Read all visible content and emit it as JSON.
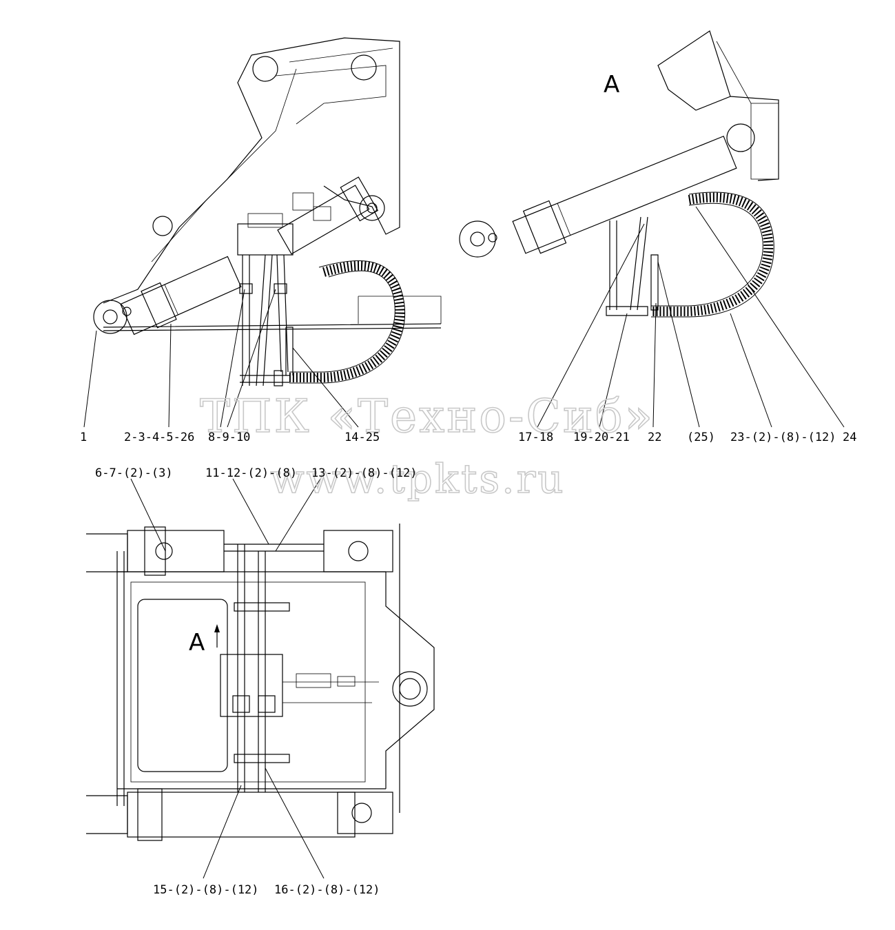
{
  "watermark": {
    "company": "ТПК «Техно-Сиб»",
    "url": "www.tpkts.ru"
  },
  "view_labels": {
    "view_a": "A",
    "view_a_arrow": "A"
  },
  "part_labels": {
    "upper_left": [
      "1",
      "2-3-4-5-26",
      "8-9-10",
      "14-25"
    ],
    "upper_right": [
      "17-18",
      "19-20-21",
      "22",
      "(25)",
      "23-(2)-(8)-(12)",
      "24"
    ],
    "lower_top": [
      "6-7-(2)-(3)",
      "11-12-(2)-(8)",
      "13-(2)-(8)-(12)"
    ],
    "lower_bottom": [
      "15-(2)-(8)-(12)",
      "16-(2)-(8)-(12)"
    ]
  }
}
